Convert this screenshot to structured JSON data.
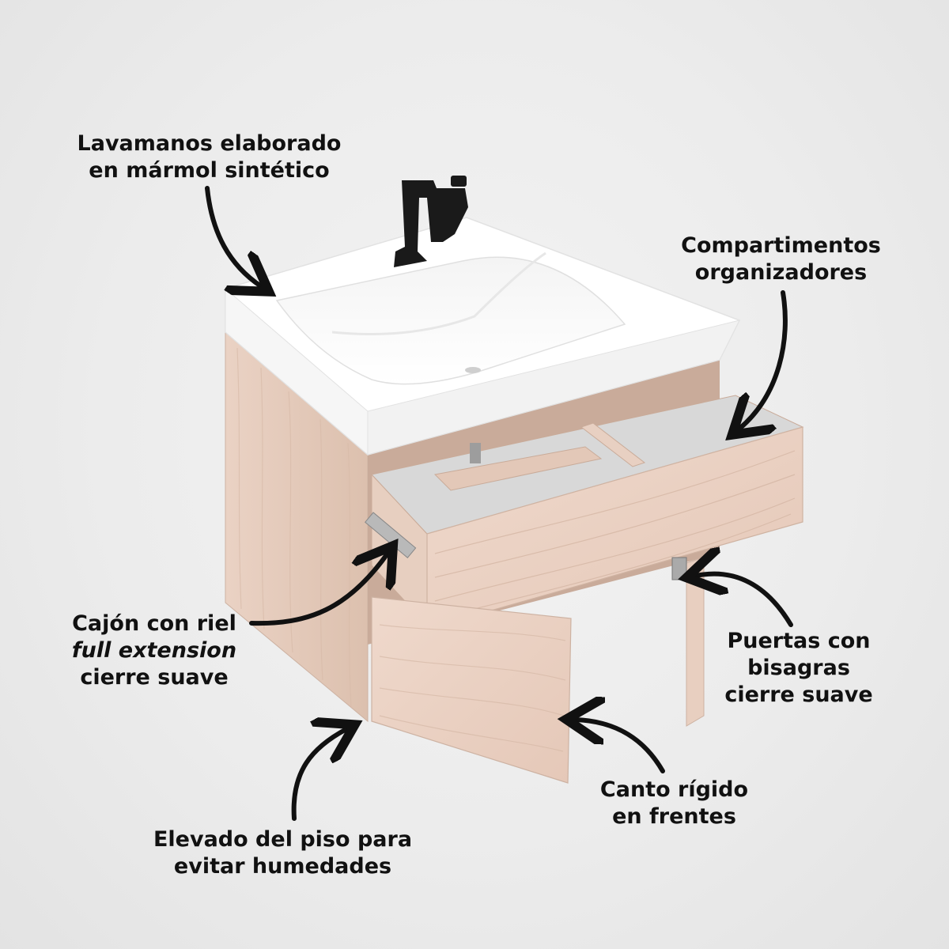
{
  "annotations": {
    "sink": {
      "line1": "Lavamanos elaborado",
      "line2": "en mármol sintético"
    },
    "compartments": {
      "line1": "Compartimentos",
      "line2": "organizadores"
    },
    "drawer": {
      "line1": "Cajón con riel",
      "line2": "full extension",
      "line3": "cierre suave"
    },
    "doors": {
      "line1": "Puertas con",
      "line2": "bisagras",
      "line3": "cierre suave"
    },
    "edge": {
      "line1": "Canto rígido",
      "line2": "en frentes"
    },
    "elevated": {
      "line1": "Elevado del piso para",
      "line2": "evitar humedades"
    }
  },
  "product": {
    "name": "bathroom-vanity-with-sink",
    "wood_color": "#ecd3c5",
    "wood_dark": "#d9bcac",
    "basin_color": "#ffffff",
    "faucet_color": "#1a1a1a"
  }
}
